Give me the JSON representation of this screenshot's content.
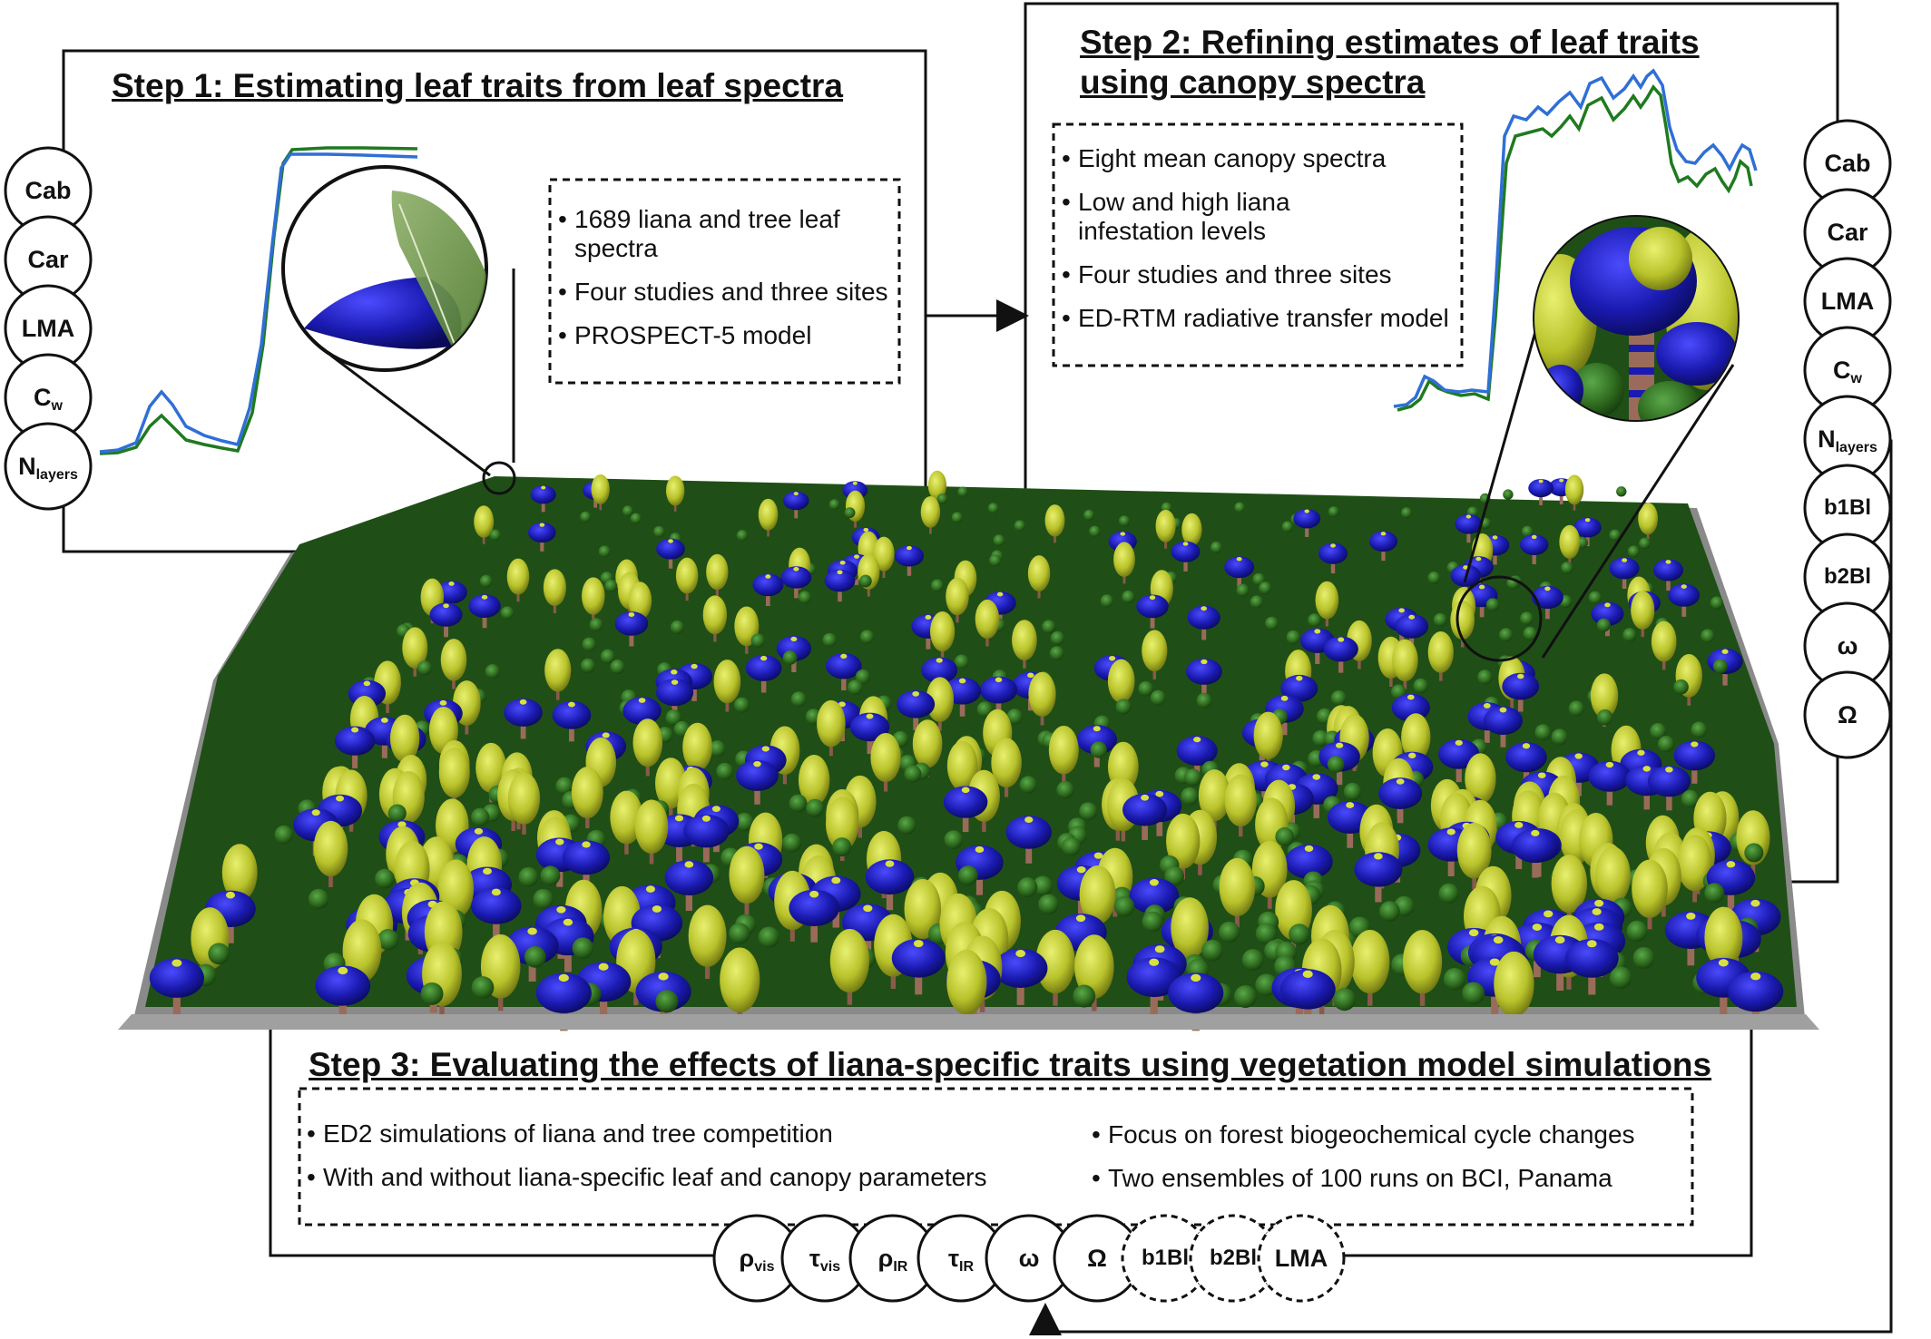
{
  "step1": {
    "title": "Step 1: Estimating leaf traits from leaf spectra",
    "bullets": [
      "1689 liana and tree leaf spectra",
      "Four studies and three sites",
      "PROSPECT-5 model"
    ],
    "params": [
      {
        "main": "Cab",
        "sub": ""
      },
      {
        "main": "Car",
        "sub": ""
      },
      {
        "main": "LMA",
        "sub": ""
      },
      {
        "main": "C",
        "sub": "w"
      },
      {
        "main": "N",
        "sub": "layers"
      }
    ]
  },
  "step2": {
    "title_line1": "Step 2: Refining estimates of leaf traits",
    "title_line2": "using canopy spectra",
    "bullets": [
      "Eight mean canopy spectra",
      "Low and high liana infestation levels",
      "Four studies and three sites",
      "ED-RTM radiative transfer model"
    ],
    "params": [
      {
        "main": "Cab",
        "sub": ""
      },
      {
        "main": "Car",
        "sub": ""
      },
      {
        "main": "LMA",
        "sub": ""
      },
      {
        "main": "C",
        "sub": "w"
      },
      {
        "main": "N",
        "sub": "layers"
      },
      {
        "main": "b1Bl",
        "sub": ""
      },
      {
        "main": "b2Bl",
        "sub": ""
      },
      {
        "main": "ω",
        "sub": ""
      },
      {
        "main": "Ω",
        "sub": ""
      }
    ]
  },
  "step3": {
    "title": "Step 3: Evaluating the effects of liana-specific traits using vegetation model simulations",
    "bullets_left": [
      "ED2 simulations of liana and tree competition",
      "With and without liana-specific leaf and canopy parameters"
    ],
    "bullets_right": [
      "Focus on forest biogeochemical cycle changes",
      "Two ensembles of 100 runs on BCI, Panama"
    ],
    "params": [
      {
        "main": "ρ",
        "sub": "vis",
        "dashed": false
      },
      {
        "main": "τ",
        "sub": "vis",
        "dashed": false
      },
      {
        "main": "ρ",
        "sub": "IR",
        "dashed": false
      },
      {
        "main": "τ",
        "sub": "IR",
        "dashed": false
      },
      {
        "main": "ω",
        "sub": "",
        "dashed": false
      },
      {
        "main": "Ω",
        "sub": "",
        "dashed": false
      },
      {
        "main": "b1Bl",
        "sub": "",
        "dashed": true
      },
      {
        "main": "b2Bl",
        "sub": "",
        "dashed": true
      },
      {
        "main": "LMA",
        "sub": "",
        "dashed": true
      }
    ]
  },
  "colors": {
    "leaf_spectrum_liana": "#2f6fd6",
    "leaf_spectrum_tree": "#1f7a1f",
    "liana_crown": "#1a1ab0",
    "tree_crown": "#b8c22a",
    "understory": "#2f6b1f"
  }
}
